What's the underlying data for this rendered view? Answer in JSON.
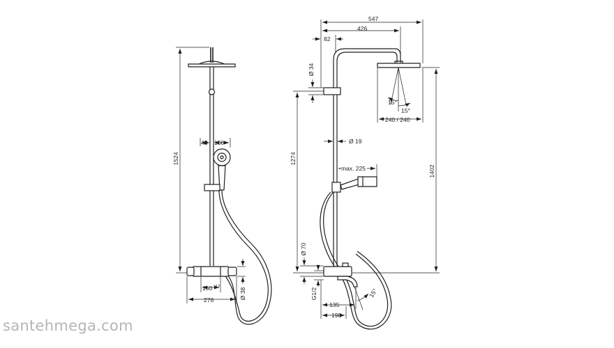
{
  "watermark": "santehmega.com",
  "left_view": {
    "dims": {
      "total_height": "1524",
      "d48": "48",
      "d108": "108",
      "d150": "150",
      "tol150": "±12",
      "d276": "276",
      "d38": "Ø 38"
    }
  },
  "right_view": {
    "dims": {
      "d547": "547",
      "d426": "426",
      "d82": "82",
      "d34": "Ø 34",
      "d15a": "15°",
      "d15b": "15°",
      "d240": "240 / 240",
      "d19": "Ø 19",
      "d1274": "1274",
      "max225": "max. 225",
      "d1402": "1402",
      "d70": "Ø 70",
      "g12": "G1/2",
      "d135": "135",
      "d198": "198",
      "d15c": "15°"
    }
  }
}
